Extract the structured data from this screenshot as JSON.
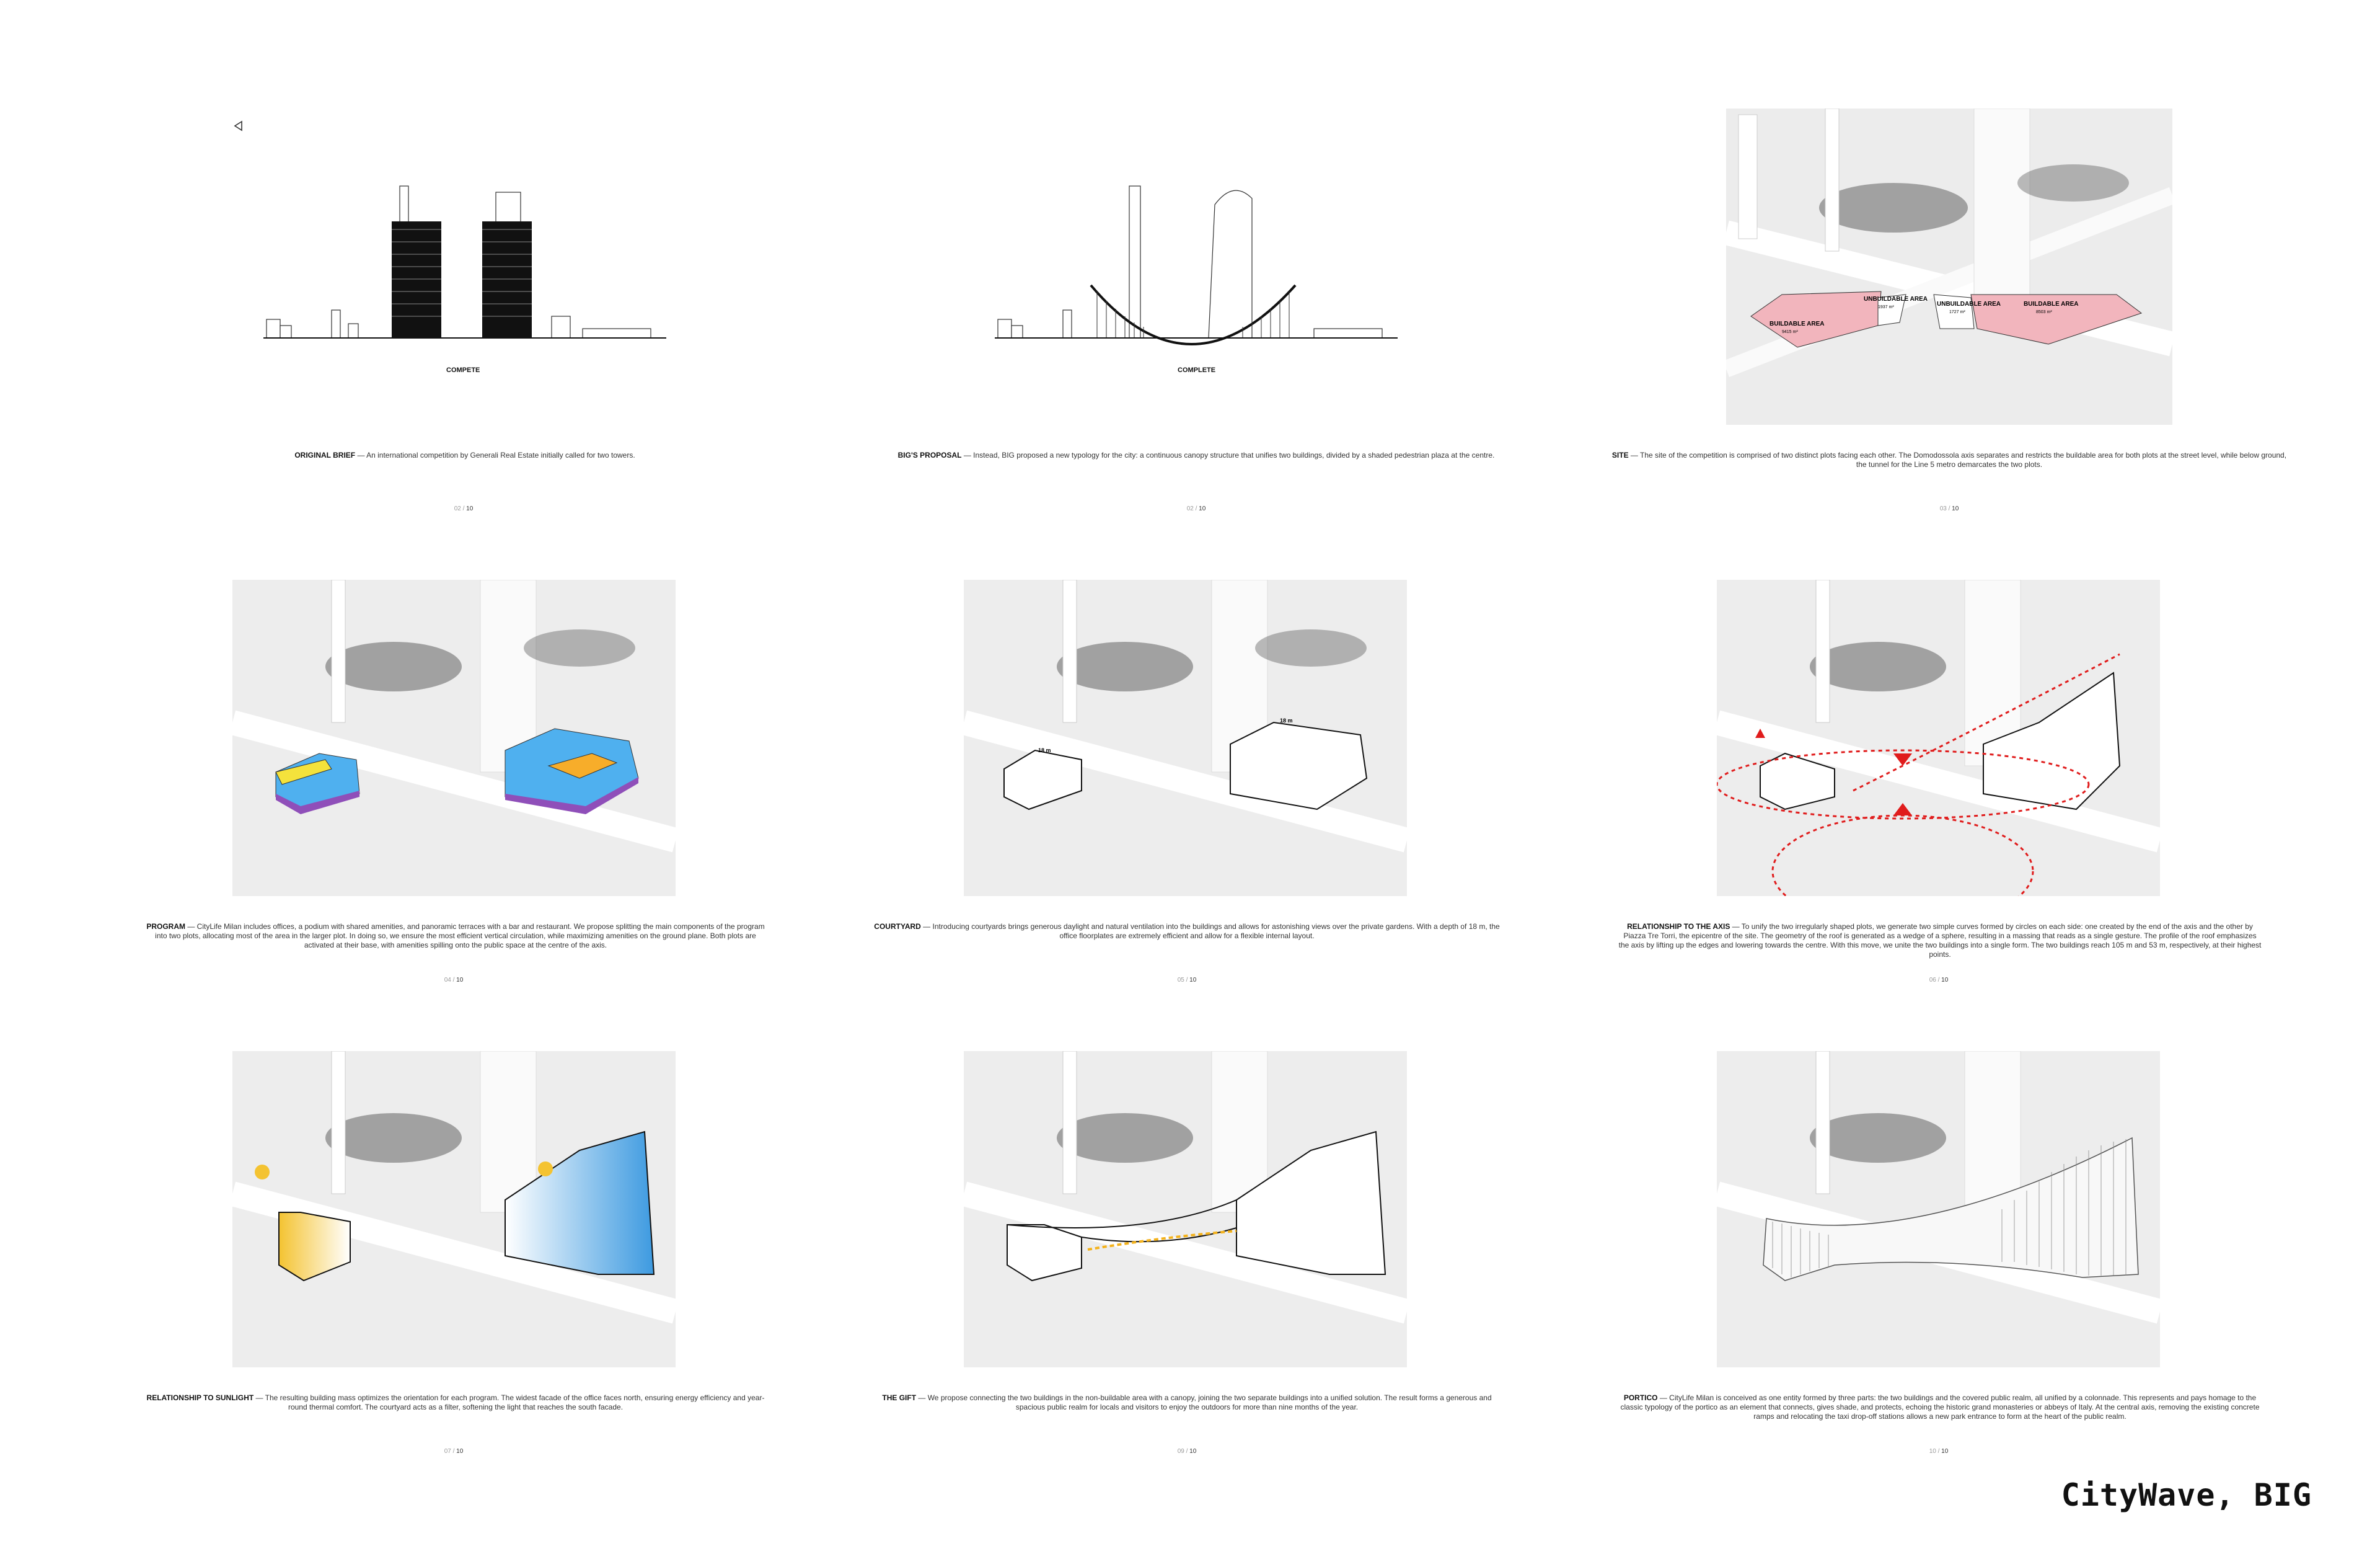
{
  "brand": "CityWave, BIG",
  "panels": [
    {
      "sublabel": "COMPETE",
      "title": "ORIGINAL BRIEF",
      "text": " — An international competition by Generali Real Estate initially called for two towers.",
      "page": "02",
      "total": "10"
    },
    {
      "sublabel": "COMPLETE",
      "title": "BIG'S PROPOSAL",
      "text": " — Instead, BIG proposed a new typology for the city: a continuous canopy structure that unifies two buildings, divided by a shaded pedestrian plaza at the centre.",
      "page": "02",
      "total": "10"
    },
    {
      "title": "SITE",
      "text": " — The site of the competition is comprised of two distinct plots facing each other. The Domodossola axis separates and restricts the buildable area for both plots at the street level, while below ground, the tunnel for the Line 5 metro demarcates the two plots.",
      "page": "03",
      "total": "10",
      "labels": {
        "buildable_1": "BUILDABLE AREA",
        "buildable_1_val": "9415 m²",
        "unbuildable_1": "UNBUILDABLE AREA",
        "unbuildable_1_val": "1937 m²",
        "unbuildable_2": "UNBUILDABLE AREA",
        "unbuildable_2_val": "1727 m²",
        "buildable_2": "BUILDABLE AREA",
        "buildable_2_val": "8503 m²"
      }
    },
    {
      "title": "PROGRAM",
      "text": " — CityLife Milan includes offices, a podium with shared amenities, and panoramic terraces with a bar and restaurant. We propose splitting the main components of the program into two plots, allocating most of the area in the larger plot. In doing so, we ensure the most efficient vertical circulation, while maximizing amenities on the ground plane. Both plots are activated at their base, with amenities spilling onto the public space at the centre of the axis.",
      "page": "04",
      "total": "10"
    },
    {
      "title": "COURTYARD",
      "text": " — Introducing courtyards brings generous daylight and natural ventilation into the buildings and allows for astonishing views over the private gardens. With a depth of 18 m, the office floorplates are extremely efficient and allow for a flexible internal layout.",
      "page": "05",
      "total": "10",
      "labels": {
        "depth_1": "18 m",
        "depth_2": "18 m"
      }
    },
    {
      "title": "RELATIONSHIP TO THE AXIS",
      "text": " — To unify the two irregularly shaped plots, we generate two simple curves formed by circles on each side: one created by the end of the axis and the other by Piazza Tre Torri, the epicentre of the site. The geometry of the roof is generated as a wedge of a sphere, resulting in a massing that reads as a single gesture. The profile of the roof emphasizes the axis by lifting up the edges and lowering towards the centre. With this move, we unite the two buildings into a single form. The two buildings reach 105 m and 53 m, respectively, at their highest points.",
      "page": "06",
      "total": "10"
    },
    {
      "title": "RELATIONSHIP TO SUNLIGHT",
      "text": " — The resulting building mass optimizes the orientation for each program. The widest facade of the office faces north, ensuring energy efficiency and year-round thermal comfort. The courtyard acts as a filter, softening the light that reaches the south facade.",
      "page": "07",
      "total": "10"
    },
    {
      "title": "THE GIFT",
      "text": " — We propose connecting the two buildings in the non-buildable area with a canopy, joining the two separate buildings into a unified solution. The result forms a generous and spacious public realm for locals and visitors to enjoy the outdoors for more than nine months of the year.",
      "page": "09",
      "total": "10"
    },
    {
      "title": "PORTICO",
      "text": " — CityLife Milan is conceived as one entity formed by three parts: the two buildings and the covered public realm, all unified by a colonnade. This represents and pays homage to the classic typology of the portico as an element that connects, gives shade, and protects, echoing the historic grand monasteries or abbeys of Italy. At the central axis, removing the existing concrete ramps and relocating the taxi drop-off stations allows a new park entrance to form at the heart of the public realm.",
      "page": "10",
      "total": "10"
    }
  ]
}
